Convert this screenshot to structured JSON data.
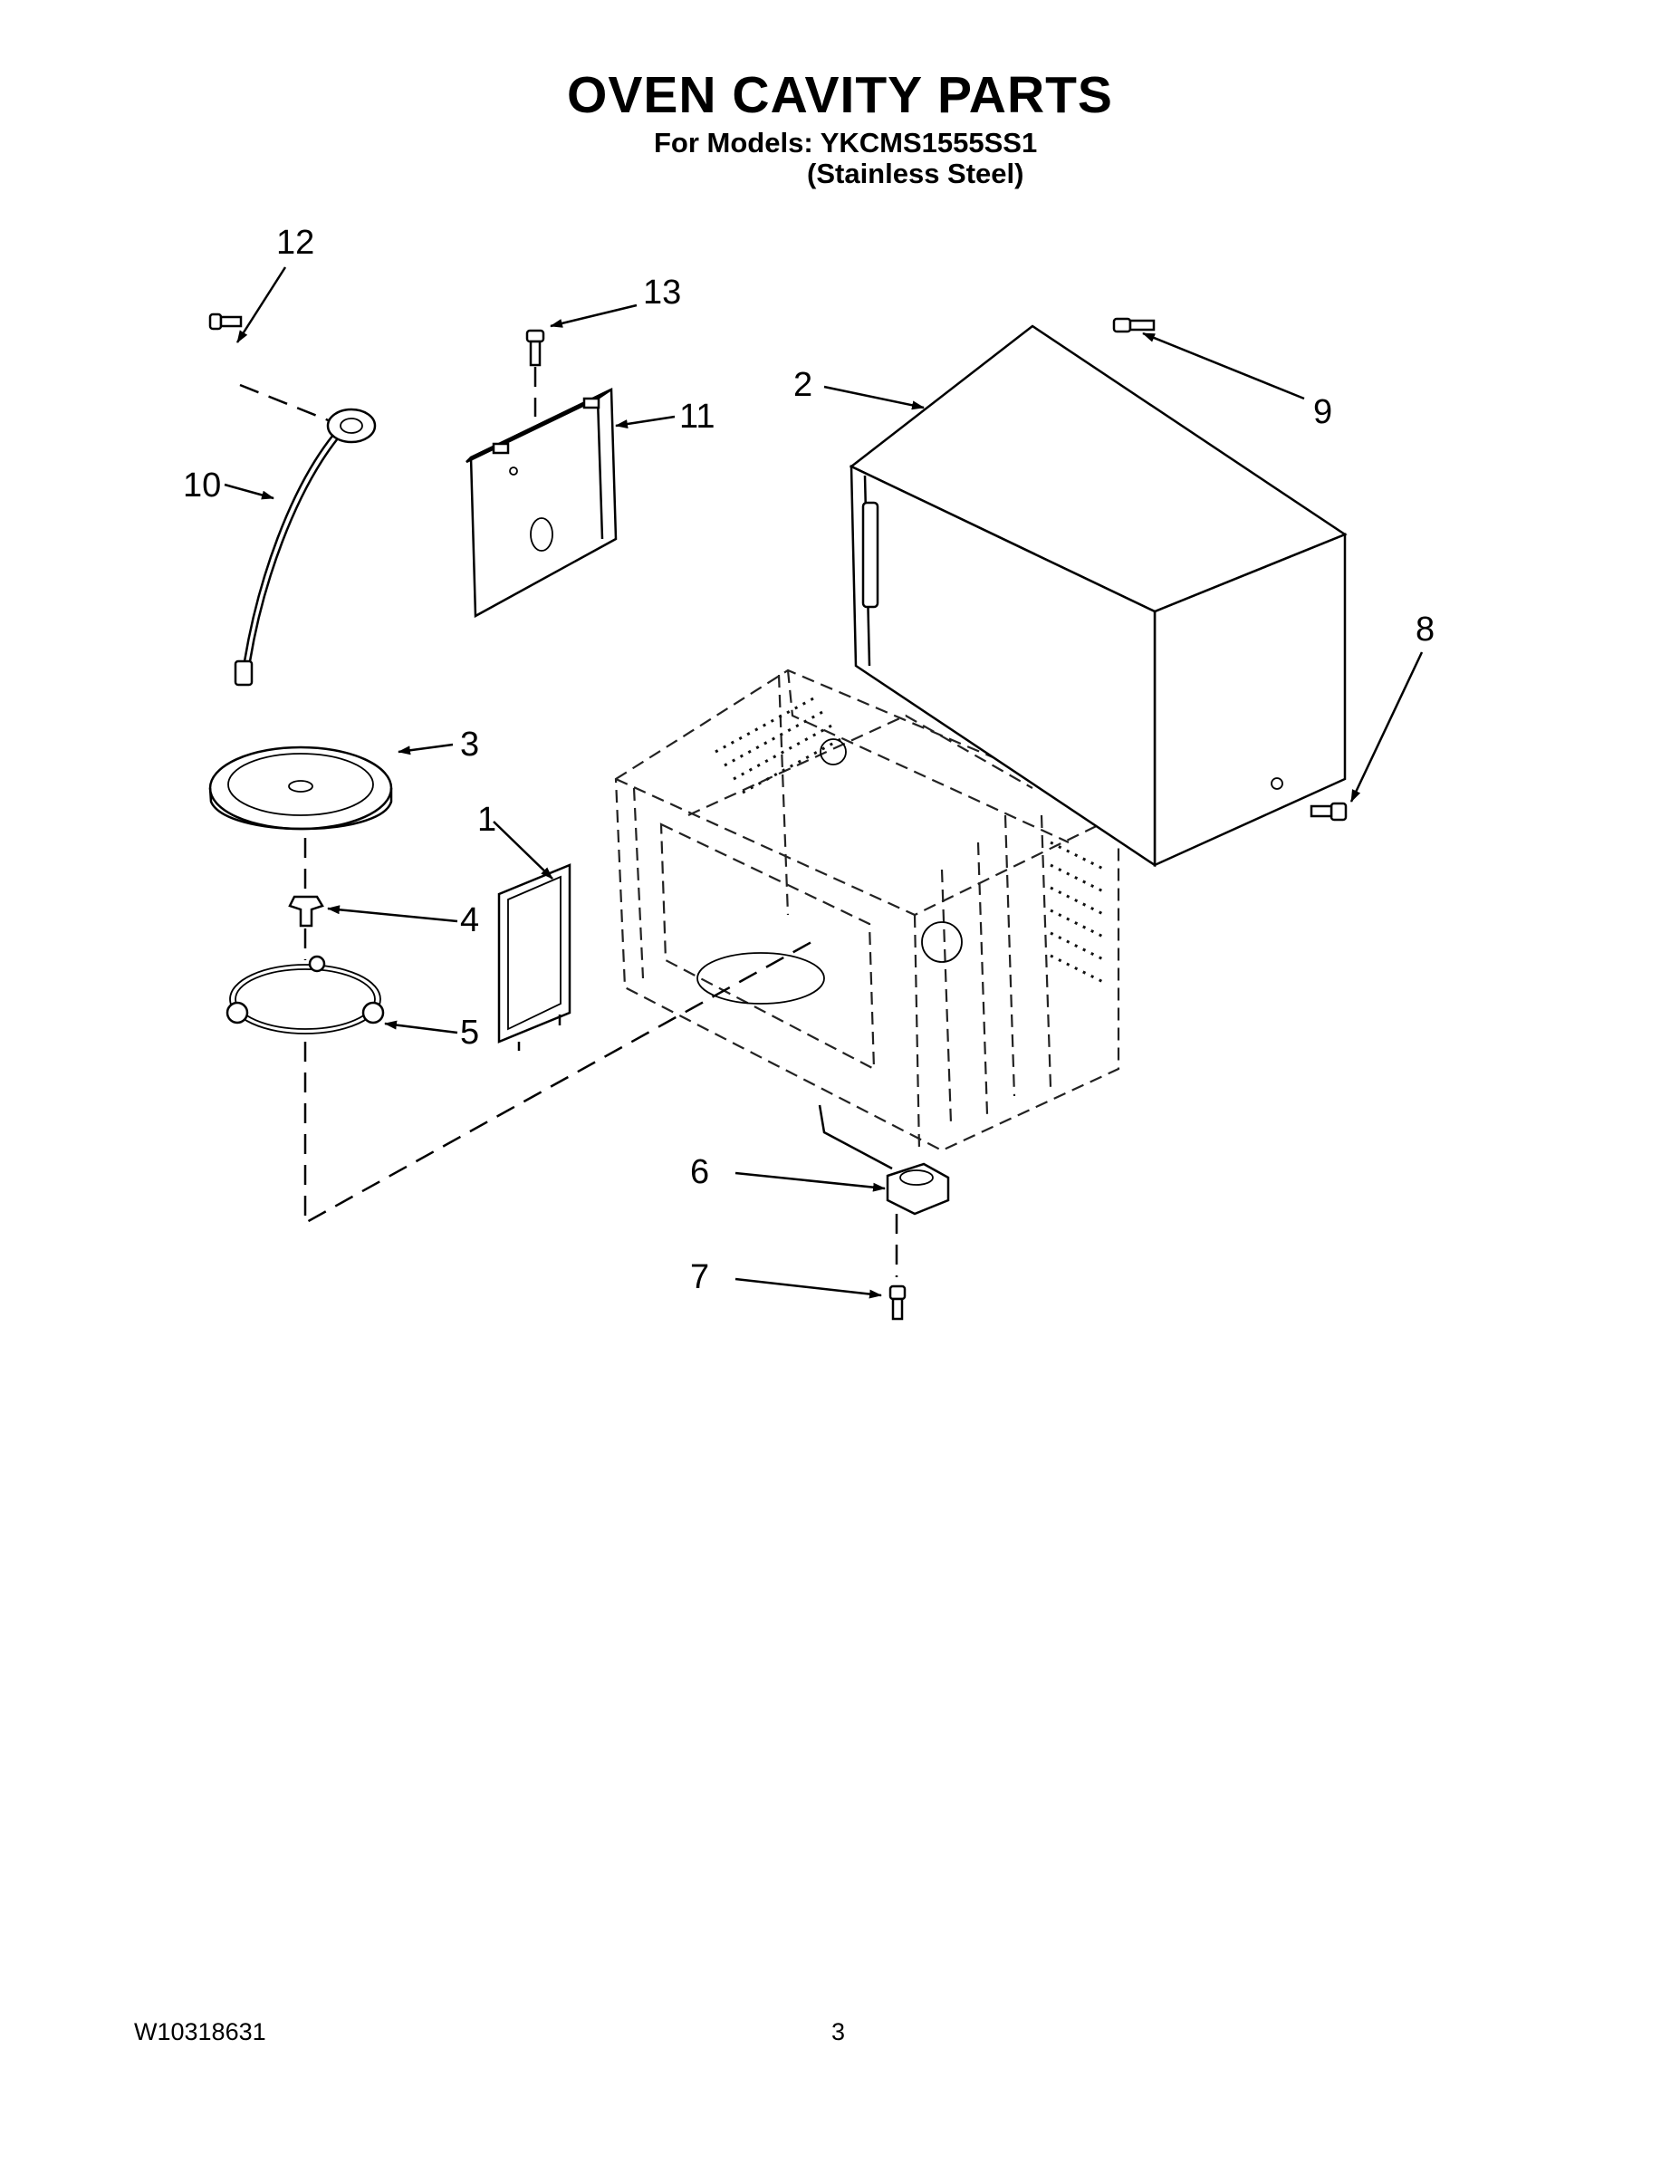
{
  "header": {
    "title": "OVEN CAVITY PARTS",
    "models_line": "For Models: YKCMS1555SS1",
    "color_line": "(Stainless Steel)"
  },
  "callouts": [
    "1",
    "2",
    "3",
    "4",
    "5",
    "6",
    "7",
    "8",
    "9",
    "10",
    "11",
    "12",
    "13"
  ],
  "footer": {
    "doc_number": "W10318631",
    "page_number": "3"
  }
}
